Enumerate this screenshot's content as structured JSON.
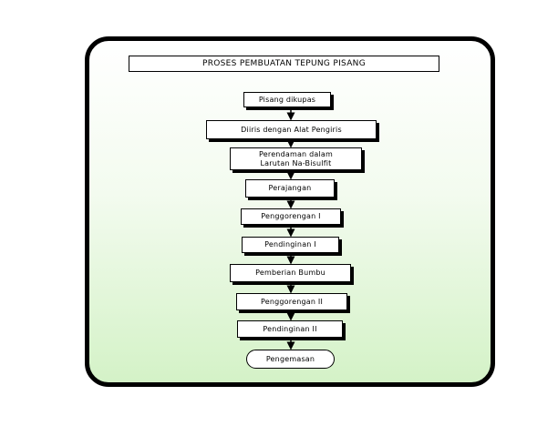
{
  "title": "PROSES PEMBUATAN TEPUNG PISANG",
  "steps": [
    "Pisang dikupas",
    "Diiris dengan Alat Pengiris",
    "Perendaman dalam\nLarutan Na-Bisulfit",
    "Perajangan",
    "Penggorengan I",
    "Pendinginan I",
    "Pemberian Bumbu",
    "Penggorengan II",
    "Pendinginan II",
    "Pengemasan"
  ]
}
